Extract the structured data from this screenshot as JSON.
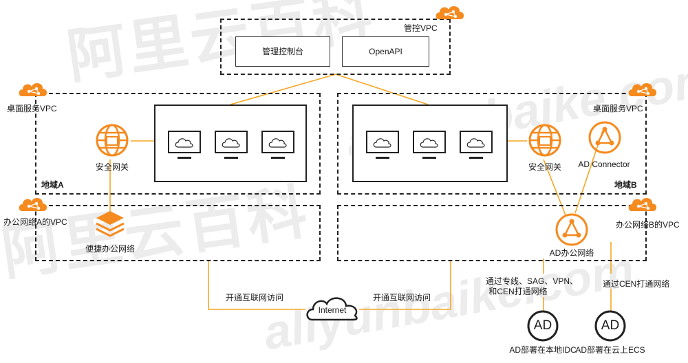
{
  "watermark": {
    "cn": "阿里云百科",
    "en": "aliyunbaike.com"
  },
  "mgmt_vpc": {
    "title": "管控VPC",
    "console": "管理控制台",
    "openapi": "OpenAPI"
  },
  "desktop_vpc_a": {
    "title": "桌面服务VPC",
    "region": "地域A",
    "gateway": "安全网关"
  },
  "desktop_vpc_b": {
    "title": "桌面服务VPC",
    "region": "地域B",
    "gateway": "安全网关",
    "connector": "AD Connector"
  },
  "office_a": {
    "title": "办公网络A的VPC",
    "network": "便捷办公网络"
  },
  "office_b": {
    "title": "办公网络B的VPC",
    "network": "AD办公网络"
  },
  "internet": {
    "label": "Internet",
    "left_link": "开通互联网访问",
    "right_link": "开通互联网访问"
  },
  "links": {
    "left_path": "通过专线、SAG、VPN、",
    "left_path2": "和CEN打通网络",
    "right_path": "通过CEN打通网络"
  },
  "ad": {
    "badge": "AD",
    "idc": "AD部署在本地IDC",
    "ecs": "AD部署在云上ECS"
  },
  "colors": {
    "accent": "#f58a1f",
    "line": "#f5a623",
    "border": "#222222"
  }
}
